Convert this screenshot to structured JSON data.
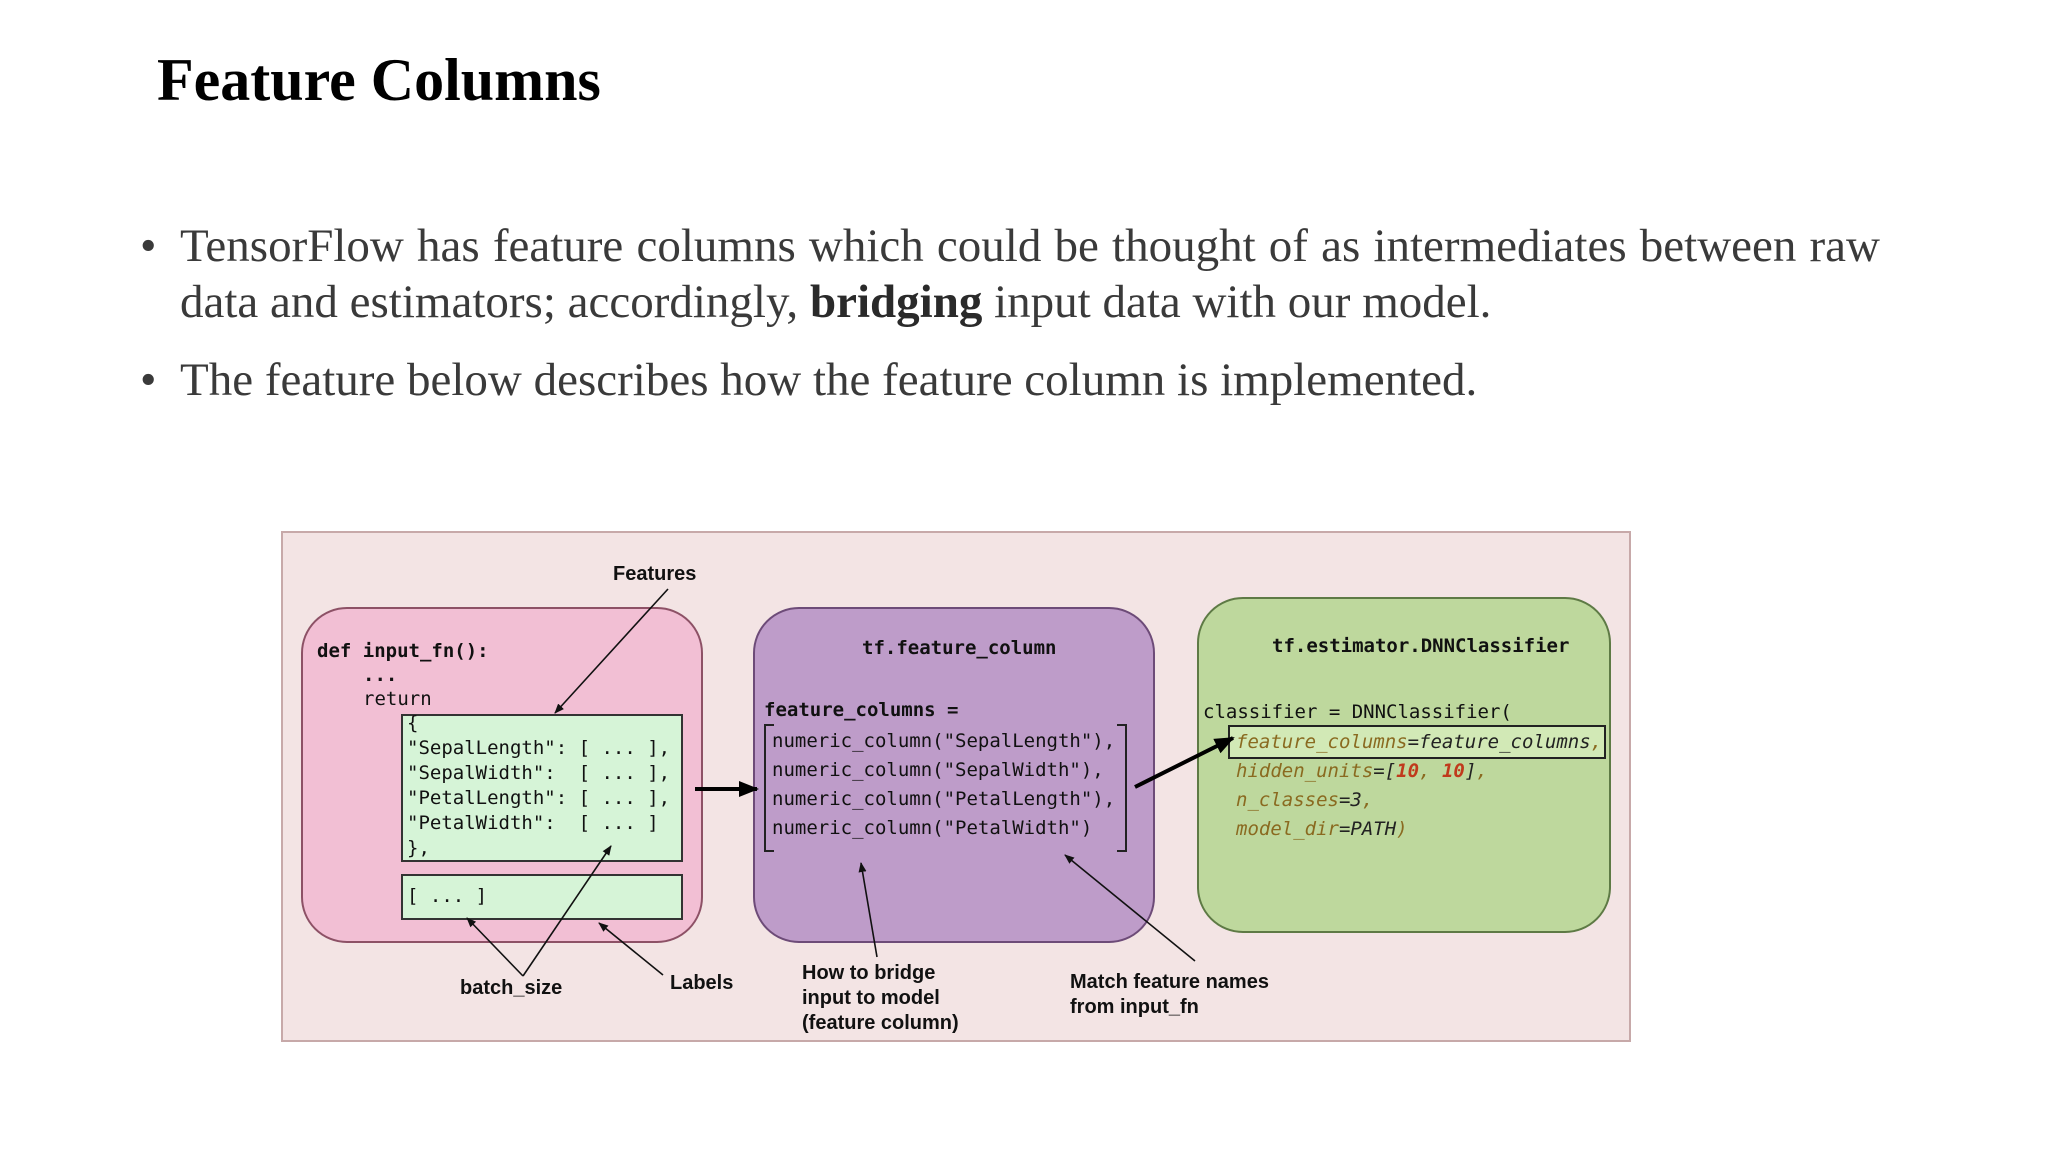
{
  "title": "Feature Columns",
  "bullets": [
    {
      "before": "TensorFlow has feature columns which could be thought of as intermediates between raw data and estimators; accordingly, ",
      "bold": "bridging",
      "after": " input data with our model."
    },
    {
      "text": "The feature below describes how the feature column is implemented."
    }
  ],
  "bullet_glyph": "•",
  "diagram": {
    "labels": {
      "features": "Features",
      "batch_size": "batch_size",
      "labels": "Labels",
      "how_to_bridge": [
        "How to bridge",
        "input to model",
        "(feature column)"
      ],
      "match_names": [
        "Match feature names",
        "from input_fn"
      ]
    },
    "input_fn": {
      "def_line": "def input_fn():",
      "dots": "...",
      "return": "return",
      "dict_open": "{",
      "dict_lines": [
        "\"SepalLength\": [ ... ],",
        "\"SepalWidth\":  [ ... ],",
        "\"PetalLength\": [ ... ],",
        "\"PetalWidth\":  [ ... ]"
      ],
      "dict_close": "},",
      "labels_line": "[ ... ]"
    },
    "feature_column": {
      "header": "tf.feature_column",
      "assign": "feature_columns =",
      "lines": [
        "numeric_column(\"SepalLength\"),",
        "numeric_column(\"SepalWidth\"),",
        "numeric_column(\"PetalLength\"),",
        "numeric_column(\"PetalWidth\")"
      ]
    },
    "estimator": {
      "header": "tf.estimator.DNNClassifier",
      "call": "classifier = DNNClassifier(",
      "p1_name": "feature_columns",
      "p1_value": "feature_columns",
      "p2_name": "hidden_units",
      "p2_values": [
        "10",
        "10"
      ],
      "p3_name": "n_classes",
      "p3_value": "3",
      "p4_name": "model_dir",
      "p4_value": "PATH"
    },
    "colors": {
      "background": "#f3e4e4",
      "input_box": "#f2bfd4",
      "feature_box": "#be9cc9",
      "estimator_box": "#bed89d",
      "data_box": "#d6f4d7",
      "param_name": "#8a6a20",
      "number": "#c03a1c"
    }
  }
}
